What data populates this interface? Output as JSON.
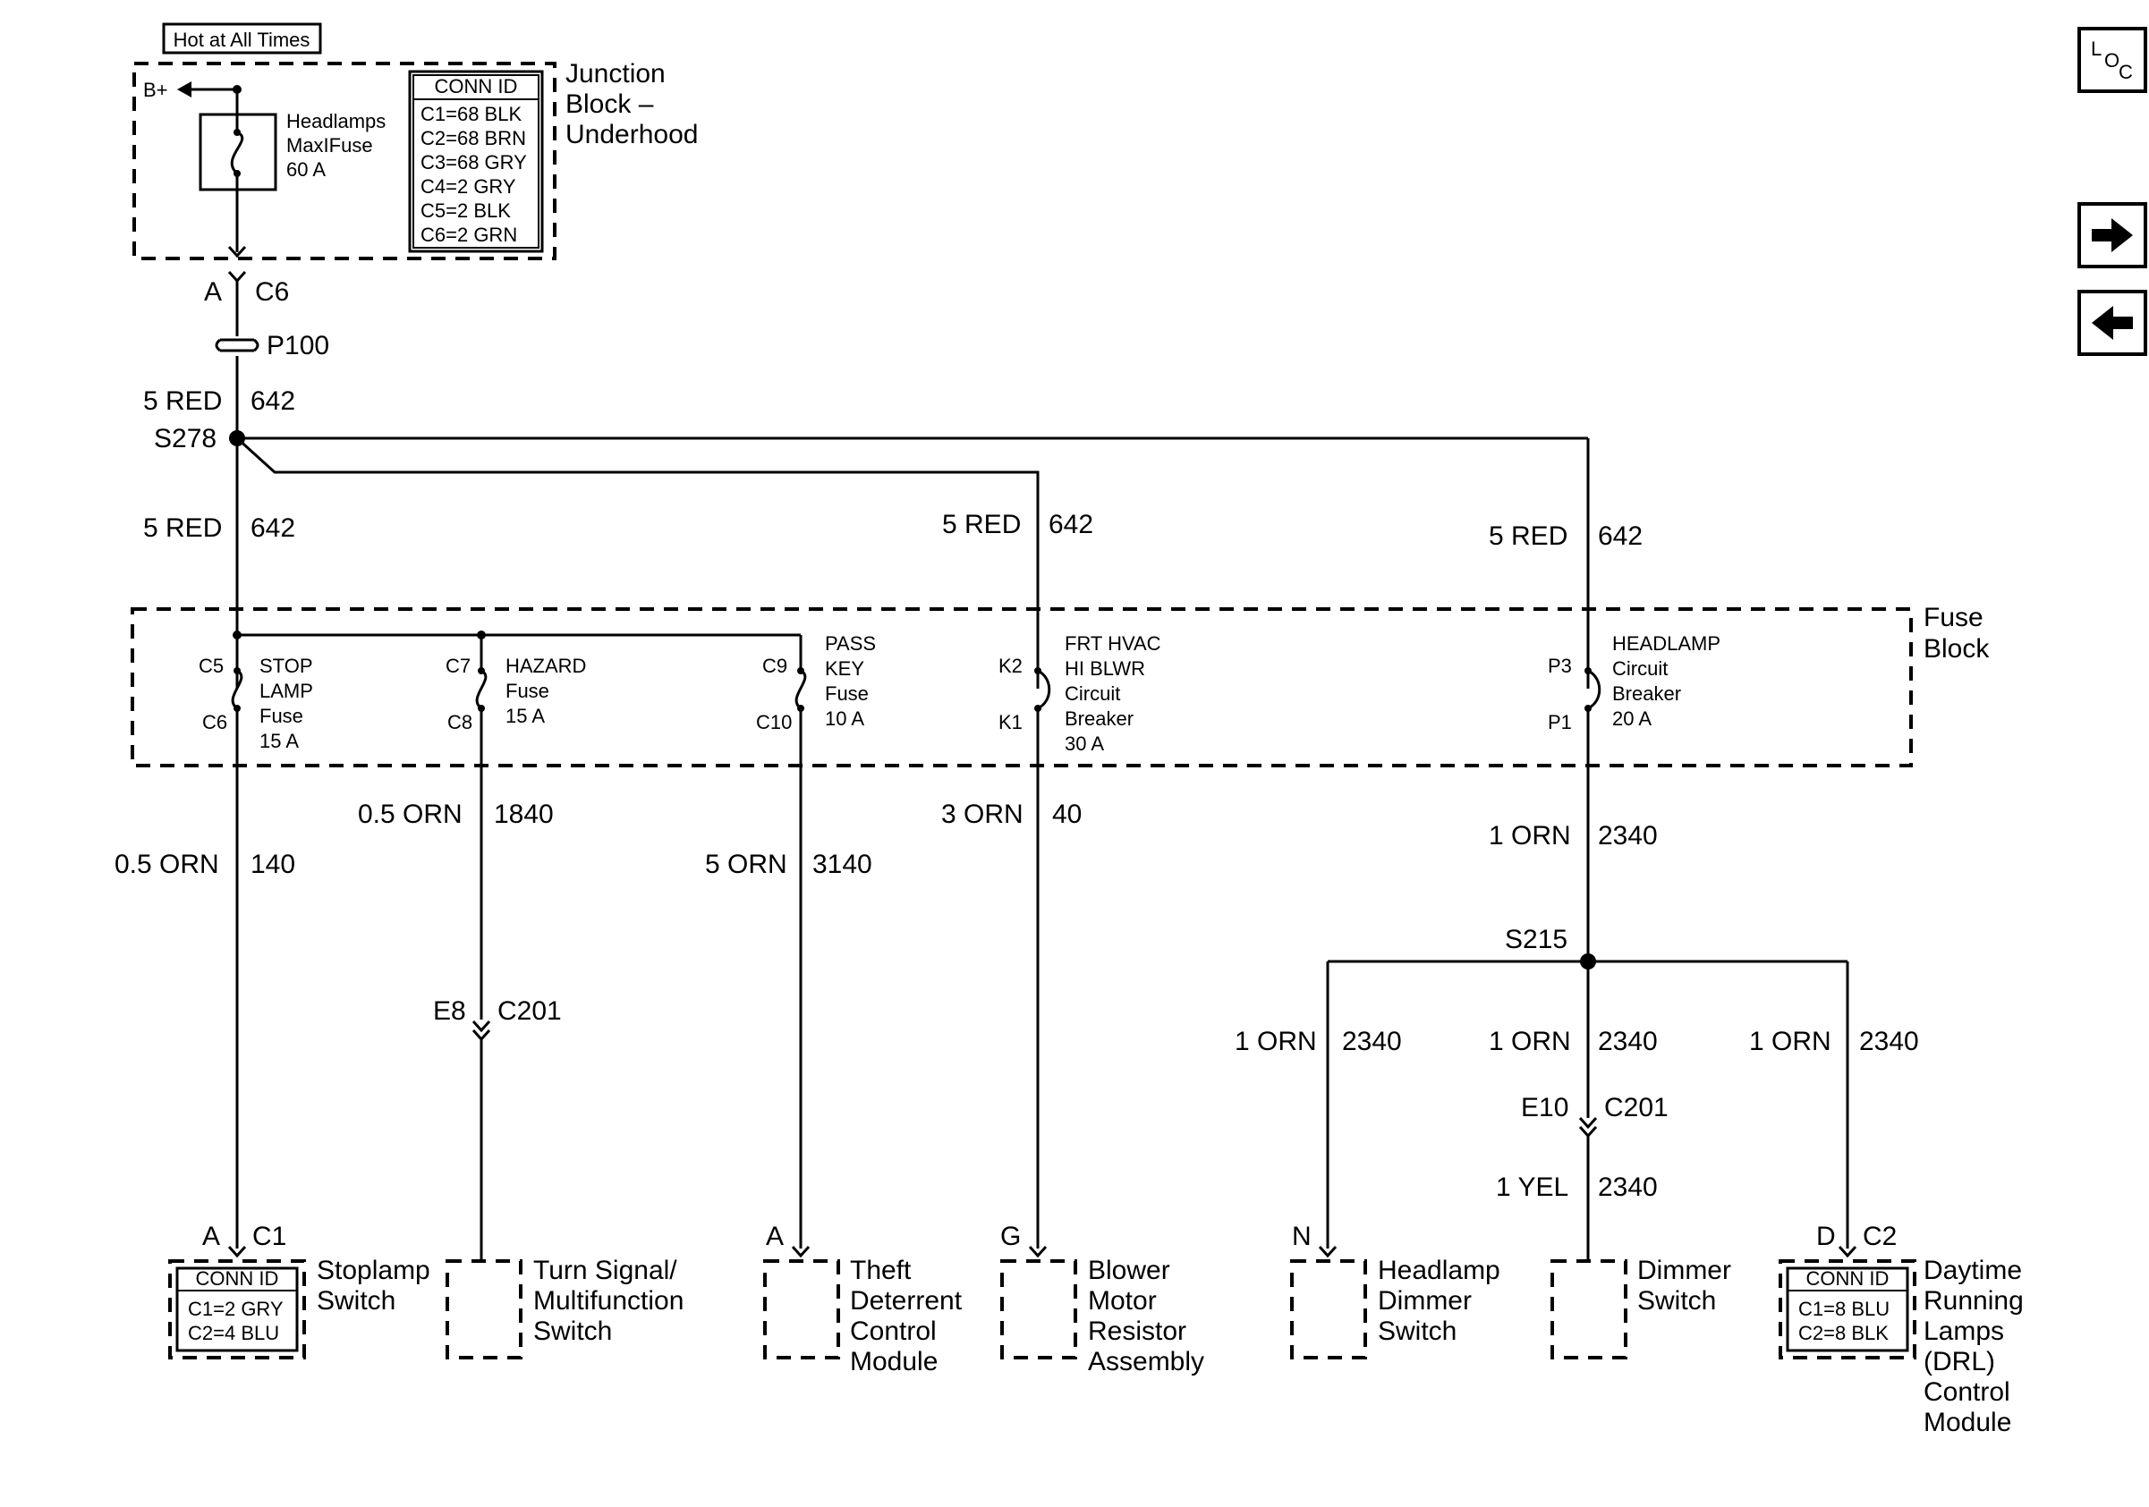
{
  "supply": {
    "hot_label": "Hot at All Times",
    "bplus": "B+",
    "maxifuse": [
      "Headlamps",
      "MaxIFuse",
      "60 A"
    ],
    "junction_block": [
      "Junction",
      "Block –",
      "Underhood"
    ],
    "conn_title": "CONN ID",
    "conn_rows": [
      "C1=68 BLK",
      "C2=68 BRN",
      "C3=68 GRY",
      "C4=2 GRY",
      "C5=2 BLK",
      "C6=2 GRN"
    ],
    "jb_pin": "A",
    "jb_conn": "C6",
    "pass_through": "P100",
    "main_wire": {
      "gauge": "5 RED",
      "circuit": "642"
    },
    "splice": "S278"
  },
  "branches": {
    "left": {
      "gauge": "5 RED",
      "circuit": "642"
    },
    "middle": {
      "gauge": "5 RED",
      "circuit": "642"
    },
    "right": {
      "gauge": "5 RED",
      "circuit": "642"
    }
  },
  "fuse_block": {
    "label": [
      "Fuse",
      "Block"
    ],
    "fuses": [
      {
        "in": "C5",
        "out": "C6",
        "name": [
          "STOP",
          "LAMP",
          "Fuse",
          "15 A"
        ]
      },
      {
        "in": "C7",
        "out": "C8",
        "name": [
          "HAZARD",
          "Fuse",
          "15 A"
        ]
      },
      {
        "in": "C9",
        "out": "C10",
        "name": [
          "PASS",
          "KEY",
          "Fuse",
          "10 A"
        ]
      },
      {
        "in": "K2",
        "out": "K1",
        "name": [
          "FRT HVAC",
          "HI BLWR",
          "Circuit",
          "Breaker",
          "30 A"
        ]
      },
      {
        "in": "P3",
        "out": "P1",
        "name": [
          "HEADLAMP",
          "Circuit",
          "Breaker",
          "20 A"
        ]
      }
    ]
  },
  "outputs": {
    "stoplamp": {
      "gauge": "0.5 ORN",
      "circuit": "140"
    },
    "hazard": {
      "gauge": "0.5 ORN",
      "circuit": "1840"
    },
    "passkey": {
      "gauge": "5 ORN",
      "circuit": "3140"
    },
    "hvac": {
      "gauge": "3 ORN",
      "circuit": "40"
    },
    "headlamp": {
      "gauge": "1 ORN",
      "circuit": "2340"
    },
    "hazard_inline": {
      "pin": "E8",
      "conn": "C201"
    },
    "splice2": "S215",
    "h_branches": [
      {
        "gauge": "1 ORN",
        "circuit": "2340"
      },
      {
        "gauge": "1 ORN",
        "circuit": "2340"
      },
      {
        "gauge": "1 ORN",
        "circuit": "2340"
      }
    ],
    "dimmer_inline": {
      "pin": "E10",
      "conn": "C201"
    },
    "dimmer_wire": {
      "gauge": "1 YEL",
      "circuit": "2340"
    }
  },
  "components": {
    "stoplamp": {
      "pin": "A",
      "conn": "C1",
      "name": [
        "Stoplamp",
        "Switch"
      ],
      "conn_title": "CONN ID",
      "conn_rows": [
        "C1=2 GRY",
        "C2=4 BLU"
      ]
    },
    "turn_signal": {
      "name": [
        "Turn Signal/",
        "Multifunction",
        "Switch"
      ]
    },
    "theft": {
      "pin": "A",
      "name": [
        "Theft",
        "Deterrent",
        "Control",
        "Module"
      ]
    },
    "blower": {
      "pin": "G",
      "name": [
        "Blower",
        "Motor",
        "Resistor",
        "Assembly"
      ]
    },
    "headlamp_dimmer": {
      "pin": "N",
      "name": [
        "Headlamp",
        "Dimmer",
        "Switch"
      ]
    },
    "dimmer": {
      "name": [
        "Dimmer",
        "Switch"
      ]
    },
    "drl": {
      "pin": "D",
      "conn": "C2",
      "name": [
        "Daytime",
        "Running",
        "Lamps",
        "(DRL)",
        "Control",
        "Module"
      ],
      "conn_title": "CONN ID",
      "conn_rows": [
        "C1=8 BLU",
        "C2=8 BLK"
      ]
    }
  },
  "nav": {
    "loc": [
      "L",
      "O",
      "C"
    ],
    "forward_icon": "arrow-right",
    "back_icon": "arrow-left"
  }
}
